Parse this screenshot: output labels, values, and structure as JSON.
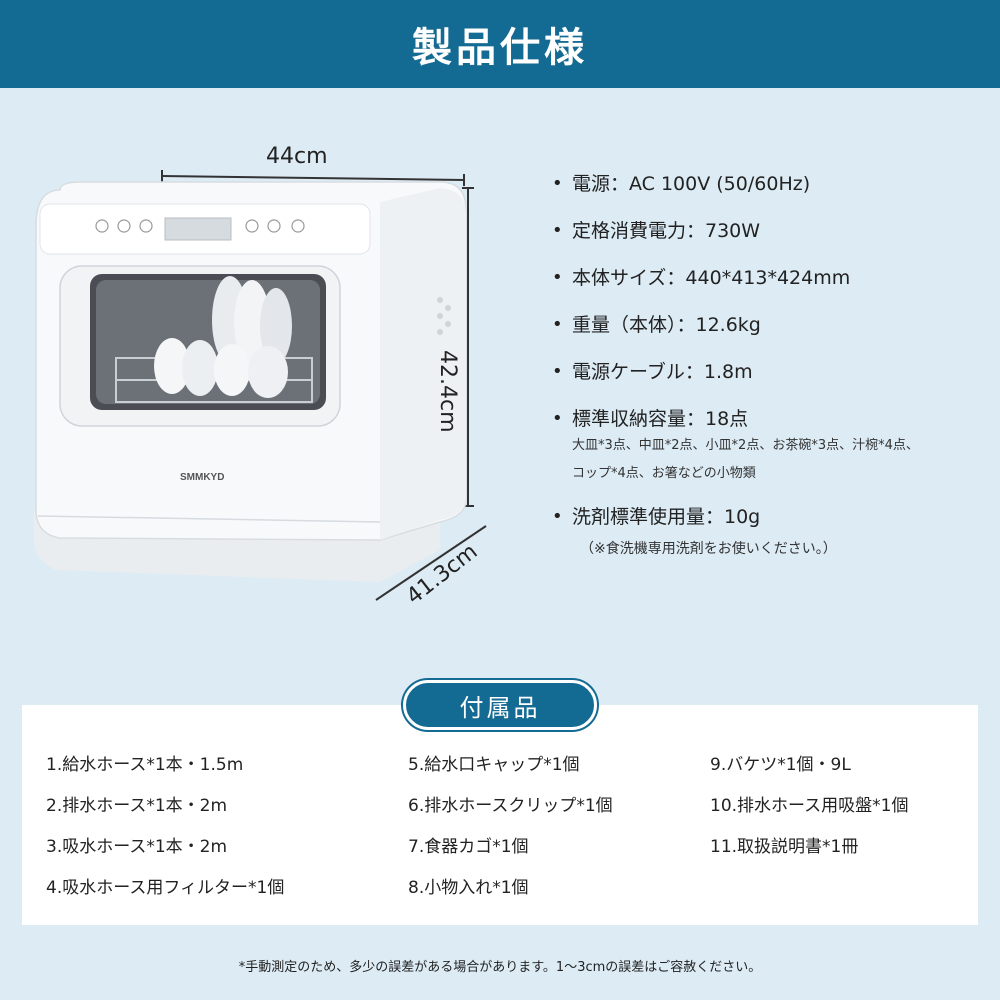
{
  "header": {
    "title": "製品仕様"
  },
  "product": {
    "dims": {
      "width": "44cm",
      "height": "42.4cm",
      "depth": "41.3cm"
    },
    "brand": "SMMKYD"
  },
  "specs": {
    "items": [
      {
        "text": "電源：AC 100V (50/60Hz)"
      },
      {
        "text": "定格消費電力：730W"
      },
      {
        "text": "本体サイズ：440*413*424mm"
      },
      {
        "text": "重量（本体）：12.6kg"
      },
      {
        "text": "電源ケーブル：1.8m"
      },
      {
        "text": "標準収納容量：18点"
      },
      {
        "text": "洗剤標準使用量：10g"
      }
    ],
    "capacity_detail_1": "大皿*3点、中皿*2点、小皿*2点、お茶碗*3点、汁椀*4点、",
    "capacity_detail_2": "コップ*4点、お箸などの小物類",
    "detergent_note": "（※食洗機専用洗剤をお使いください。）"
  },
  "accessories": {
    "title": "付属品",
    "col1": [
      "1.給水ホース*1本・1.5m",
      "2.排水ホース*1本・2m",
      "3.吸水ホース*1本・2m",
      "4.吸水ホース用フィルター*1個"
    ],
    "col2": [
      "5.給水口キャップ*1個",
      "6.排水ホースクリップ*1個",
      "7.食器カゴ*1個",
      "8.小物入れ*1個"
    ],
    "col3": [
      "9.バケツ*1個・9L",
      "10.排水ホース用吸盤*1個",
      "11.取扱説明書*1冊"
    ]
  },
  "footnote": "*手動測定のため、多少の誤差がある場合があります。1〜3cmの誤差はご容赦ください。",
  "colors": {
    "accent": "#136a92",
    "background": "#dcebf4"
  }
}
